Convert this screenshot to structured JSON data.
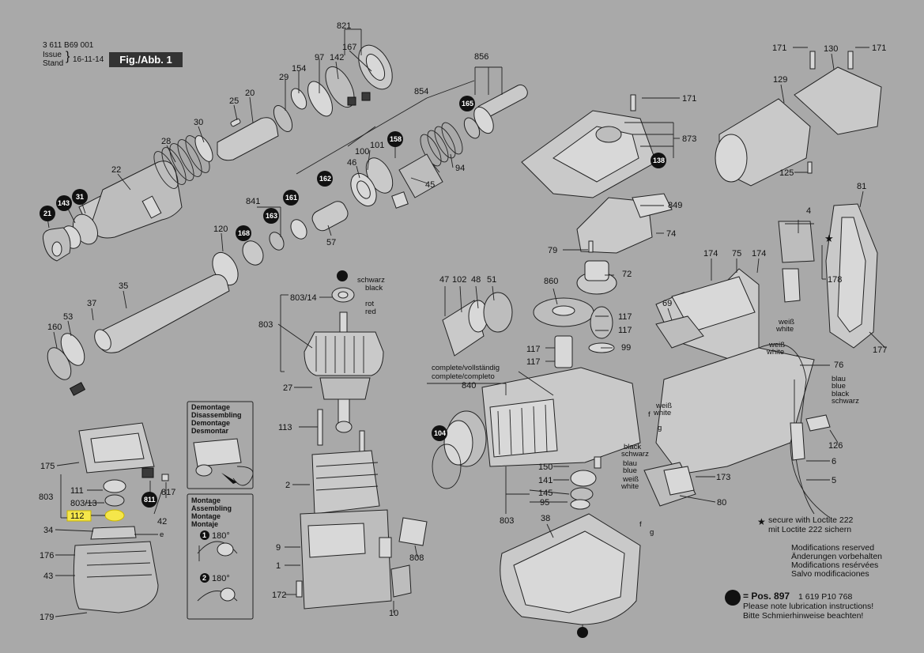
{
  "header": {
    "doc_number": "3 611 B69 001",
    "issue_label": "Issue",
    "stand_label": "Stand",
    "date": "16-11-14",
    "figure": "Fig./Abb. 1"
  },
  "colors": {
    "background": "#a9a9a9",
    "highlight": "#f5e64a",
    "ink": "#111111"
  },
  "callouts": {
    "c821": "821",
    "c167": "167",
    "c97": "97",
    "c142": "142",
    "c154": "154",
    "c29": "29",
    "c25": "25",
    "c20": "20",
    "c30": "30",
    "c28": "28",
    "c22": "22",
    "c143": "143",
    "c31": "31",
    "c21": "21",
    "c856": "856",
    "c165": "165",
    "c854": "854",
    "c158": "158",
    "c101": "101",
    "c100": "100",
    "c46": "46",
    "c162": "162",
    "c161": "161",
    "c841": "841",
    "c163": "163",
    "c168": "168",
    "c57": "57",
    "c120": "120",
    "c35": "35",
    "c37": "37",
    "c53": "53",
    "c160": "160",
    "c45": "45",
    "c94": "94",
    "c171a": "171",
    "c130": "130",
    "c171b": "171",
    "c129": "129",
    "c125": "125",
    "c171c": "171",
    "c873": "873",
    "c138": "138",
    "c849": "849",
    "c74": "74",
    "c79": "79",
    "c81": "81",
    "c4": "4",
    "c178": "178",
    "c177": "177",
    "c174a": "174",
    "c75": "75",
    "c174b": "174",
    "c69": "69",
    "c76": "76",
    "c126": "126",
    "c6": "6",
    "c5": "5",
    "c173": "173",
    "c80": "80",
    "c72": "72",
    "c860": "860",
    "c117a": "117",
    "c117b": "117",
    "c99": "99",
    "c117c": "117",
    "c117d": "117",
    "c47": "47",
    "c102": "102",
    "c48": "48",
    "c51": "51",
    "c840": "840",
    "c104": "104",
    "c150": "150",
    "c141": "141",
    "c145": "145",
    "c95": "95",
    "c803b": "803",
    "c38": "38",
    "c80314": "803/14",
    "c803a": "803",
    "c27": "27",
    "c113": "113",
    "c2": "2",
    "c9": "9",
    "c1": "1",
    "c172": "172",
    "c10": "10",
    "c808": "808",
    "c175": "175",
    "c111": "111",
    "c803c": "803",
    "c80313": "803/13",
    "c112": "112",
    "c34": "34",
    "c176": "176",
    "c43": "43",
    "c179": "179",
    "c811": "811",
    "c817": "817",
    "c42": "42"
  },
  "wire_labels": {
    "schwarz": "schwarz",
    "black": "black",
    "rot": "rot",
    "red": "red",
    "weiss1": "weiß",
    "white1": "white",
    "weiss2": "weiß",
    "white2": "white",
    "blau1": "blau",
    "blue1": "blue",
    "black1": "black",
    "schwarz1": "schwarz",
    "weiss3": "weiß",
    "white3": "white",
    "black2": "black",
    "schwarz2": "schwarz",
    "blau2": "blau",
    "blue2": "blue",
    "weiss4": "weiß",
    "white4": "white",
    "f1": "f",
    "g1": "g",
    "f2": "f",
    "g2": "g",
    "e1": "e"
  },
  "complete_labels": {
    "line1": "complete/vollständig",
    "line2": "complete/completo"
  },
  "boxes": {
    "demontage": [
      "Demontage",
      "Disassembling",
      "Demontage",
      "Desmontar"
    ],
    "montage": [
      "Montage",
      "Assembling",
      "Montage",
      "Montaje"
    ],
    "step1": "180°",
    "step2": "180°",
    "n1": "1",
    "n2": "2"
  },
  "notes": {
    "loctite_en": "secure with Loctite 222",
    "loctite_de": "mit Loctite 222 sichern",
    "mods": [
      "Modifications reserved",
      "Änderungen vorbehalten",
      "Modifications resérvées",
      "Salvo modificaciones"
    ],
    "pos_label": "= Pos. 897",
    "pos_number": "1 619 P10 768",
    "lub_en": "Please note lubrication instructions!",
    "lub_de": "Bitte Schmierhinweise beachten!"
  }
}
